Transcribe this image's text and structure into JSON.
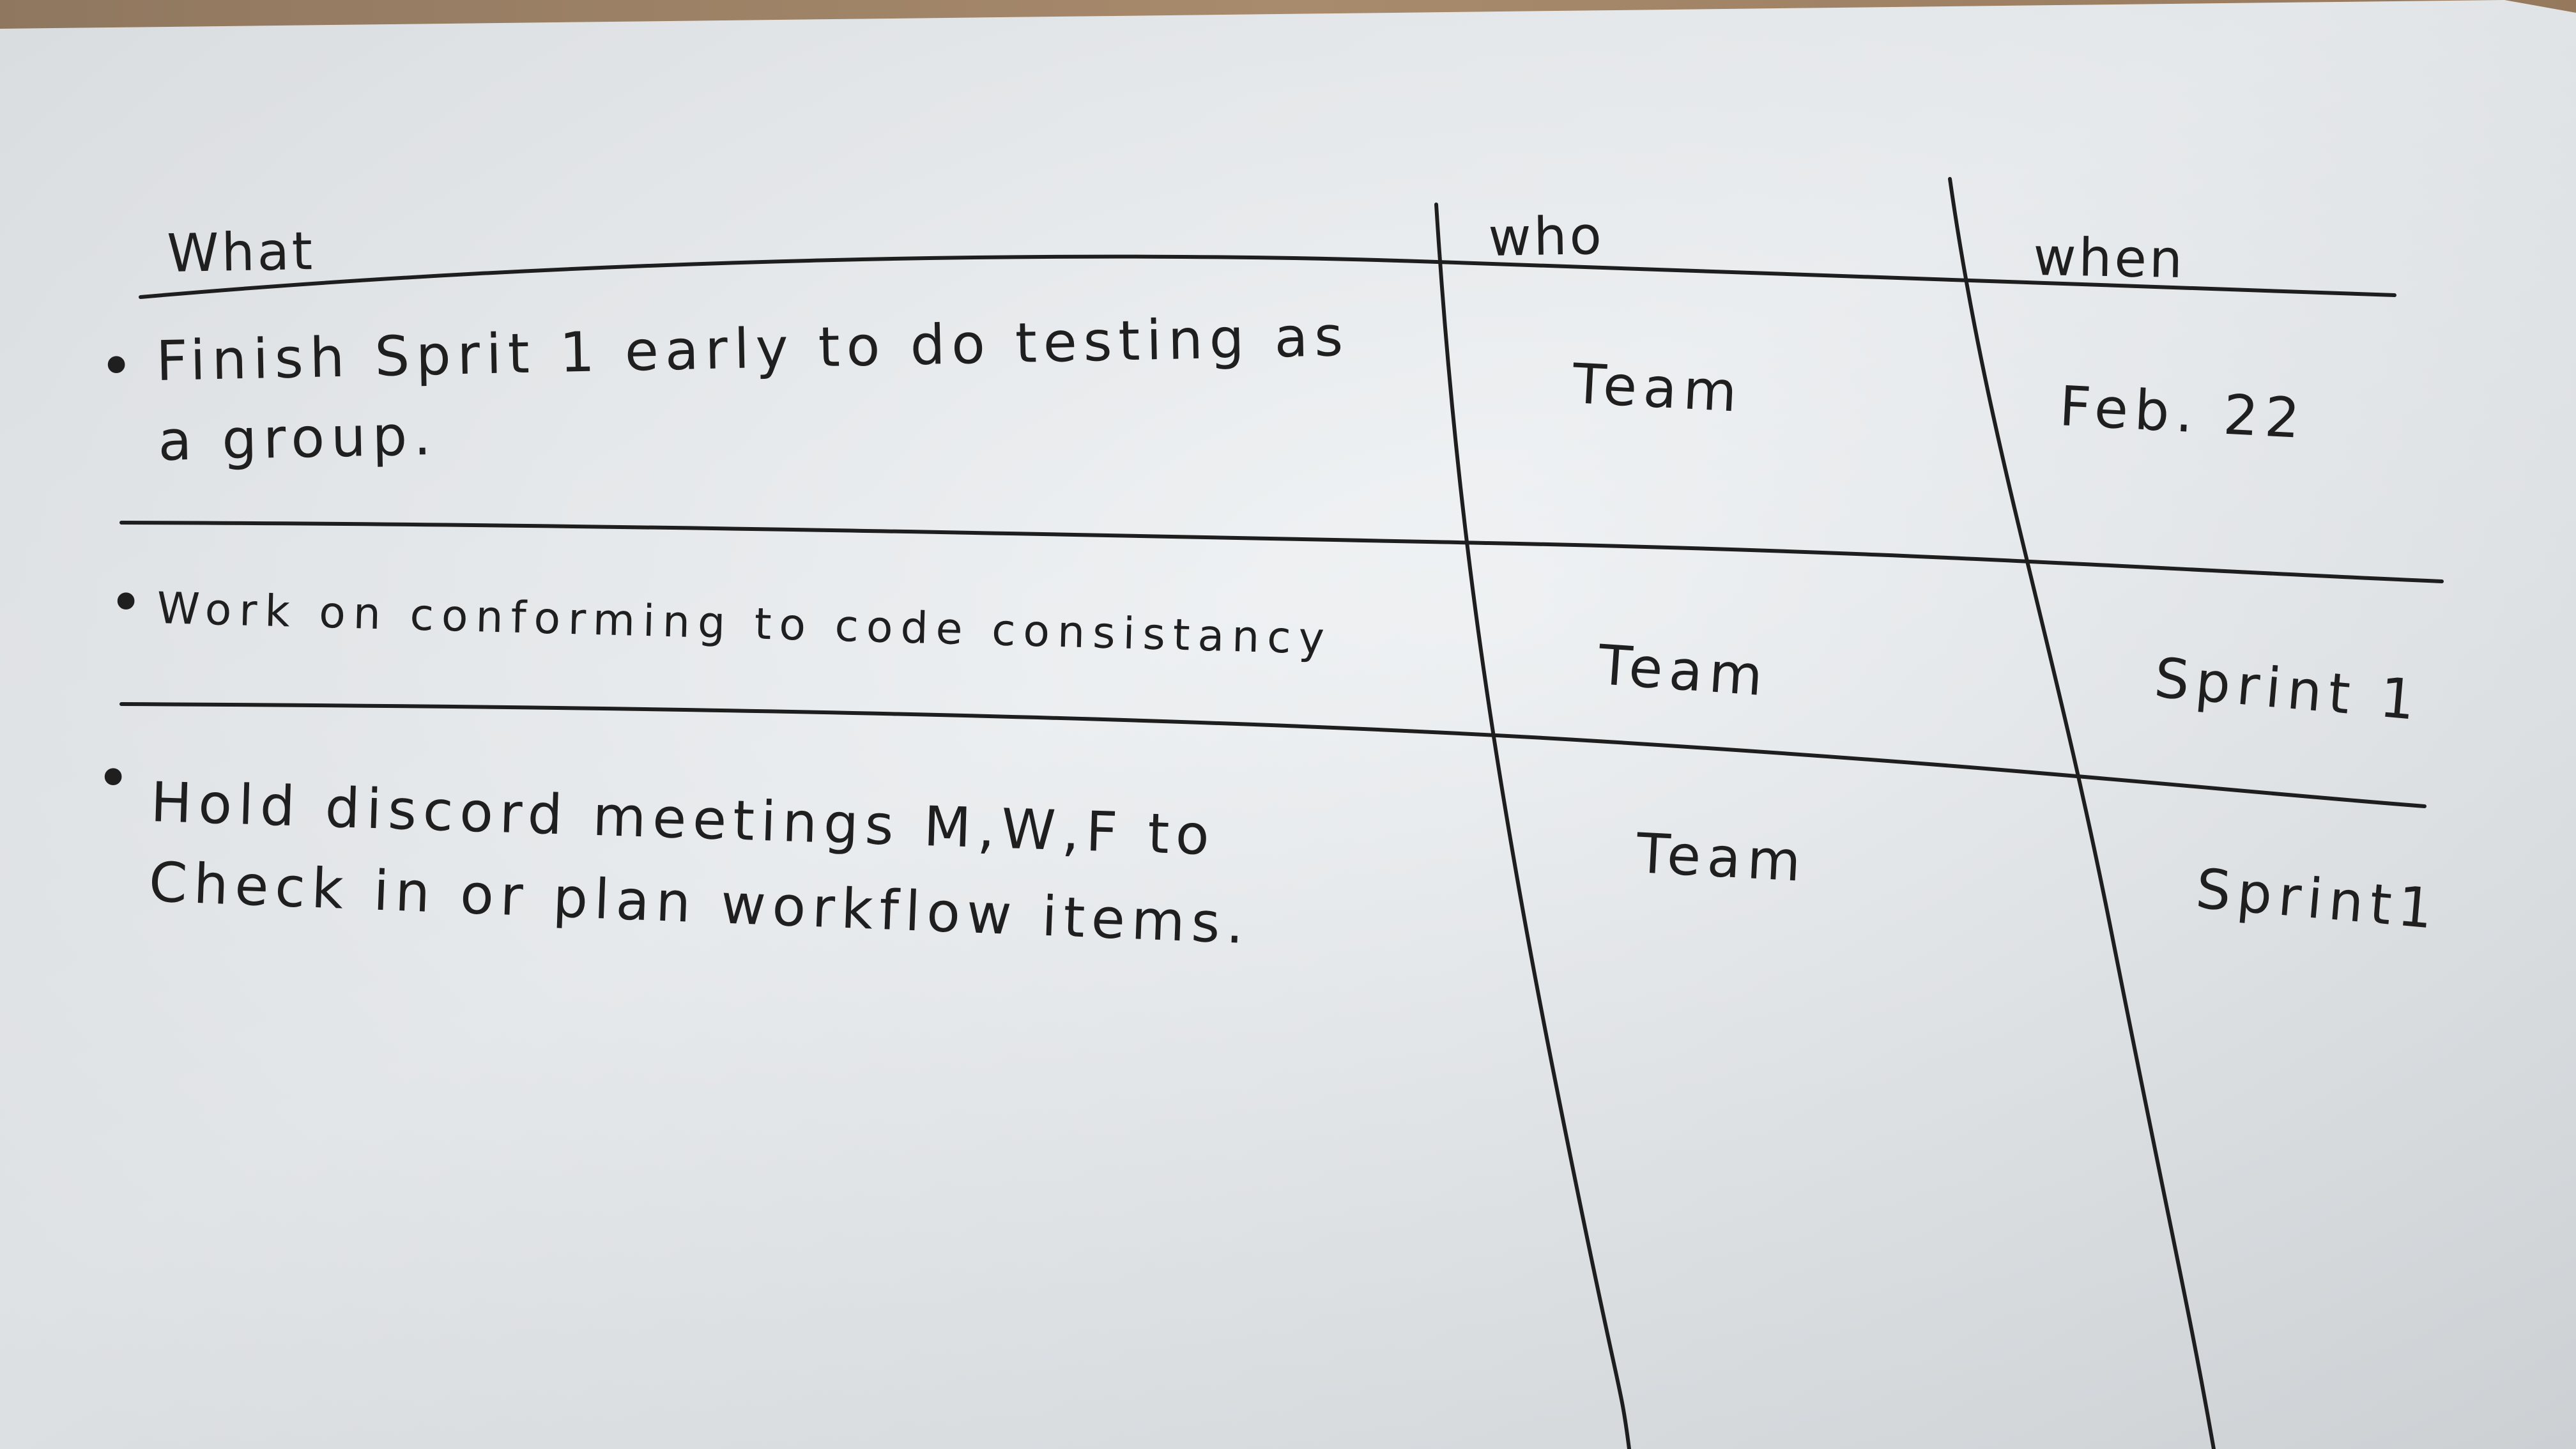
{
  "document": {
    "headers": {
      "what": "What",
      "who": "who",
      "when": "when"
    },
    "bullet": "•",
    "rows": [
      {
        "what_lines": [
          "Finish Sprit 1 early to do testing as",
          "a group."
        ],
        "who": "Team",
        "when": "Feb. 22"
      },
      {
        "what_lines": [
          "Work on conforming to code consistancy"
        ],
        "who": "Team",
        "when": "Sprint 1"
      },
      {
        "what_lines": [
          "Hold discord meetings M,W,F to",
          "Check in or plan workflow items."
        ],
        "who": "Team",
        "when": "Sprint1"
      }
    ]
  }
}
